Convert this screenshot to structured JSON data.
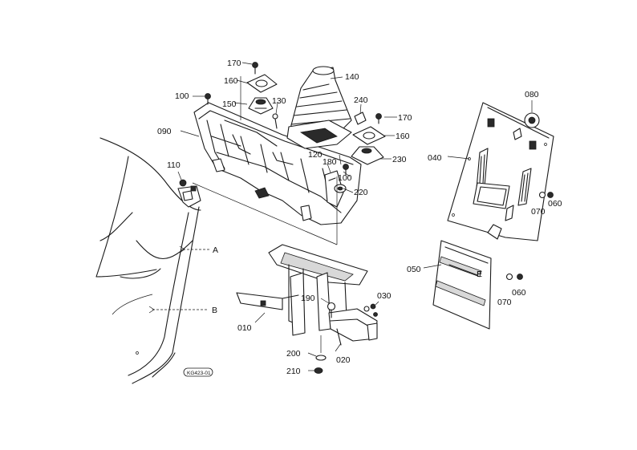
{
  "labels": {
    "p010": "010",
    "p020": "020",
    "p030": "030",
    "p040": "040",
    "p050": "050",
    "p060a": "060",
    "p060b": "060",
    "p070a": "070",
    "p070b": "070",
    "p080": "080",
    "p090": "090",
    "p100a": "100",
    "p100b": "100",
    "p110": "110",
    "p120": "120",
    "p130": "130",
    "p140": "140",
    "p150": "150",
    "p160a": "160",
    "p160b": "160",
    "p170a": "170",
    "p170b": "170",
    "p180": "180",
    "p190": "190",
    "p200": "200",
    "p210": "210",
    "p220": "220",
    "p230": "230",
    "p240": "240",
    "refA": "A",
    "refB": "B",
    "refE": "E"
  },
  "stamp": "KG423-01"
}
